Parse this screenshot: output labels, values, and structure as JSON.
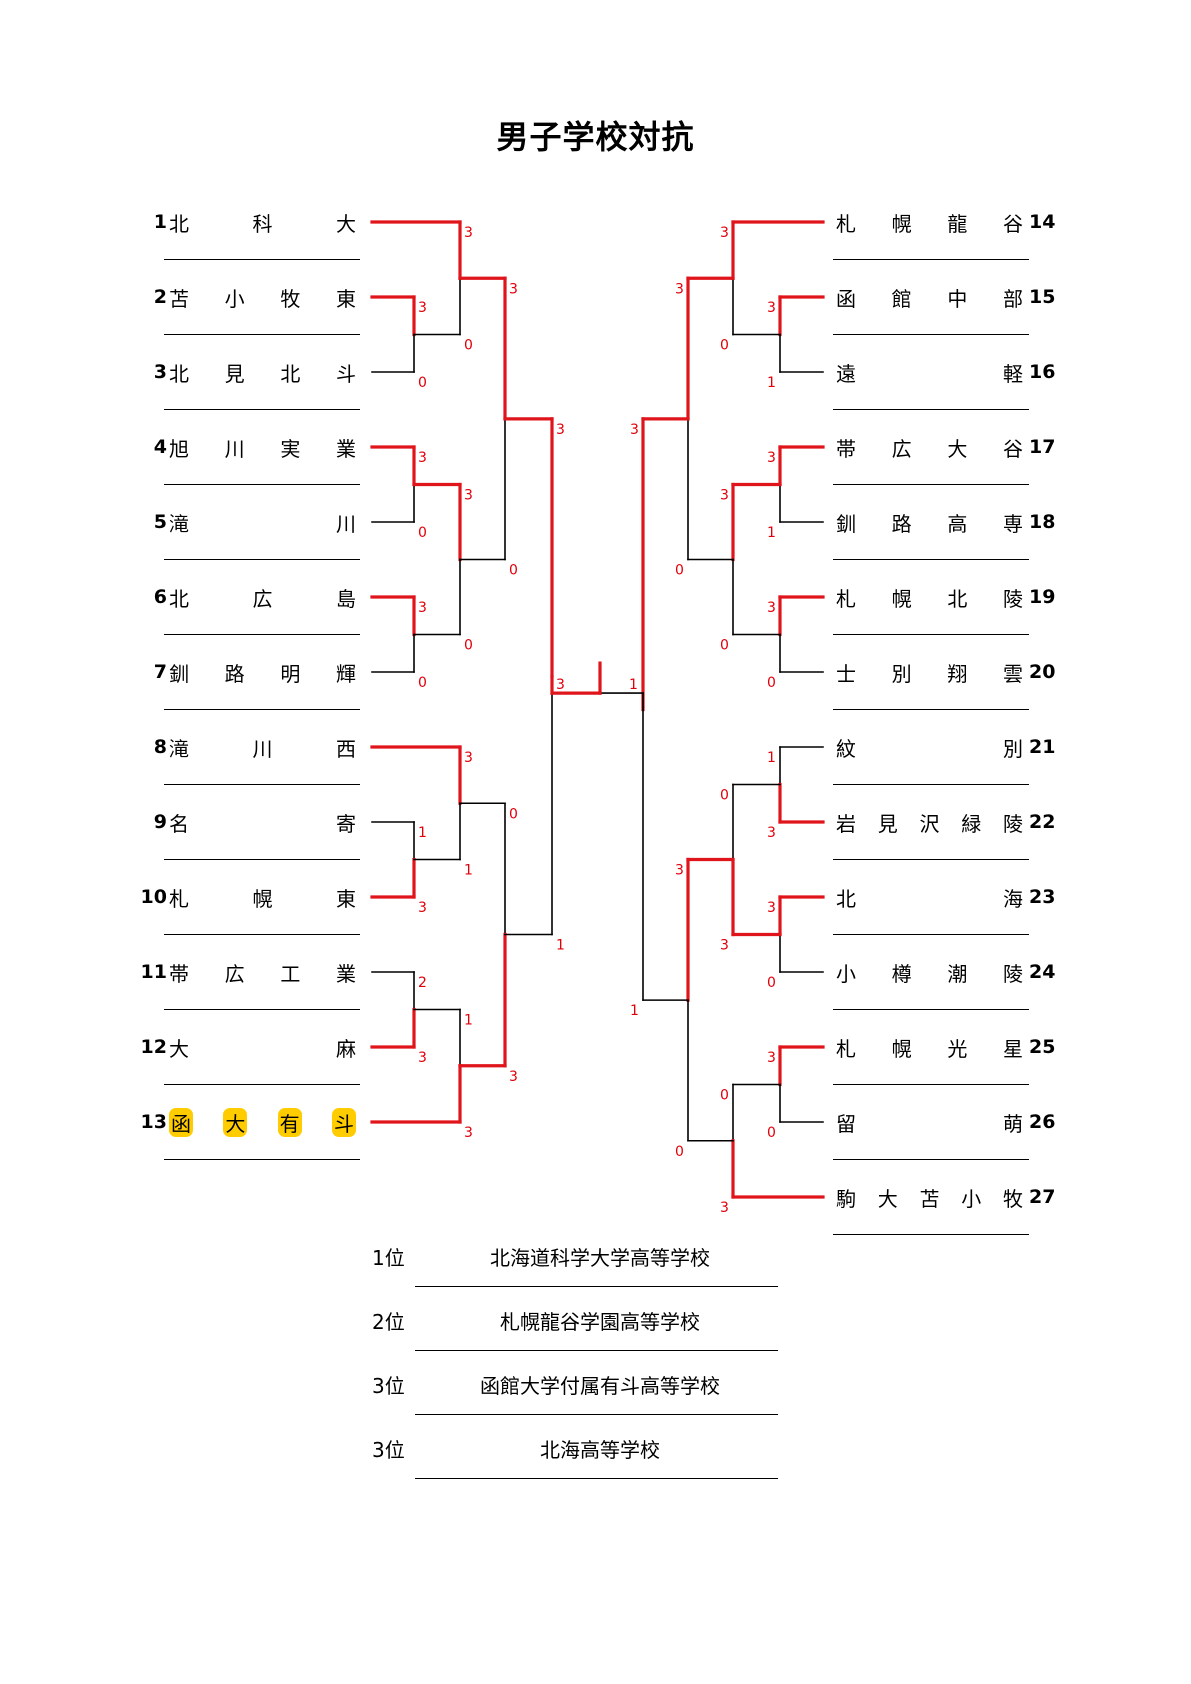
{
  "title": "男子学校対抗",
  "colors": {
    "winner_line": "#e0151b",
    "loser_line": "#000000",
    "score": "#e0000a",
    "highlight": "#ffcc00"
  },
  "left_teams": [
    {
      "seed": "1",
      "chars": [
        "北",
        "科",
        "大"
      ]
    },
    {
      "seed": "2",
      "chars": [
        "苫",
        "小",
        "牧",
        "東"
      ]
    },
    {
      "seed": "3",
      "chars": [
        "北",
        "見",
        "北",
        "斗"
      ]
    },
    {
      "seed": "4",
      "chars": [
        "旭",
        "川",
        "実",
        "業"
      ]
    },
    {
      "seed": "5",
      "chars": [
        "滝",
        "川"
      ]
    },
    {
      "seed": "6",
      "chars": [
        "北",
        "広",
        "島"
      ]
    },
    {
      "seed": "7",
      "chars": [
        "釧",
        "路",
        "明",
        "輝"
      ]
    },
    {
      "seed": "8",
      "chars": [
        "滝",
        "川",
        "西"
      ]
    },
    {
      "seed": "9",
      "chars": [
        "名",
        "寄"
      ]
    },
    {
      "seed": "10",
      "chars": [
        "札",
        "幌",
        "東"
      ]
    },
    {
      "seed": "11",
      "chars": [
        "帯",
        "広",
        "工",
        "業"
      ]
    },
    {
      "seed": "12",
      "chars": [
        "大",
        "麻"
      ]
    },
    {
      "seed": "13",
      "chars": [
        "函",
        "大",
        "有",
        "斗"
      ],
      "highlight": true
    }
  ],
  "right_teams": [
    {
      "seed": "14",
      "chars": [
        "札",
        "幌",
        "龍",
        "谷"
      ]
    },
    {
      "seed": "15",
      "chars": [
        "函",
        "館",
        "中",
        "部"
      ]
    },
    {
      "seed": "16",
      "chars": [
        "遠",
        "軽"
      ]
    },
    {
      "seed": "17",
      "chars": [
        "帯",
        "広",
        "大",
        "谷"
      ]
    },
    {
      "seed": "18",
      "chars": [
        "釧",
        "路",
        "高",
        "専"
      ]
    },
    {
      "seed": "19",
      "chars": [
        "札",
        "幌",
        "北",
        "陵"
      ]
    },
    {
      "seed": "20",
      "chars": [
        "士",
        "別",
        "翔",
        "雲"
      ]
    },
    {
      "seed": "21",
      "chars": [
        "紋",
        "別"
      ]
    },
    {
      "seed": "22",
      "chars": [
        "岩",
        "見",
        "沢",
        "緑",
        "陵"
      ]
    },
    {
      "seed": "23",
      "chars": [
        "北",
        "海"
      ]
    },
    {
      "seed": "24",
      "chars": [
        "小",
        "樽",
        "潮",
        "陵"
      ]
    },
    {
      "seed": "25",
      "chars": [
        "札",
        "幌",
        "光",
        "星"
      ]
    },
    {
      "seed": "26",
      "chars": [
        "留",
        "萌"
      ]
    },
    {
      "seed": "27",
      "chars": [
        "駒",
        "大",
        "苫",
        "小",
        "牧"
      ]
    }
  ],
  "scores": {
    "l_2v3": [
      "3",
      "0"
    ],
    "l_1vw23": [
      "3",
      "0"
    ],
    "l_4v5": [
      "3",
      "0"
    ],
    "l_6v7": [
      "3",
      "0"
    ],
    "l_w45vw67": [
      "3",
      "0"
    ],
    "l_semi_top": [
      "3",
      "0"
    ],
    "l_9v10": [
      "1",
      "3"
    ],
    "l_8vw910": [
      "3",
      "1"
    ],
    "l_11v12": [
      "2",
      "3"
    ],
    "l_w1112v13": [
      "1",
      "3"
    ],
    "l_semi_bot": [
      "0",
      "3"
    ],
    "l_final": [
      "3",
      "1"
    ],
    "r_15v16": [
      "3",
      "1"
    ],
    "r_14vw1516": [
      "3",
      "0"
    ],
    "r_17v18": [
      "3",
      "1"
    ],
    "r_19v20": [
      "3",
      "0"
    ],
    "r_w1718vw1920": [
      "3",
      "0"
    ],
    "r_semi_top": [
      "3",
      "0"
    ],
    "r_21v22": [
      "1",
      "3"
    ],
    "r_23v24": [
      "3",
      "0"
    ],
    "r_w2122vw2324": [
      "0",
      "3"
    ],
    "r_25v26": [
      "3",
      "0"
    ],
    "r_w2526v27": [
      "0",
      "3"
    ],
    "r_semi_bot": [
      "3",
      "0"
    ],
    "r_final": [
      "3",
      "1"
    ],
    "final": [
      "3",
      "1"
    ]
  },
  "rankings": [
    {
      "place": "1位",
      "school": "北海道科学大学高等学校"
    },
    {
      "place": "2位",
      "school": "札幌龍谷学園高等学校"
    },
    {
      "place": "3位",
      "school": "函館大学付属有斗高等学校"
    },
    {
      "place": "3位",
      "school": "北海高等学校"
    }
  ]
}
